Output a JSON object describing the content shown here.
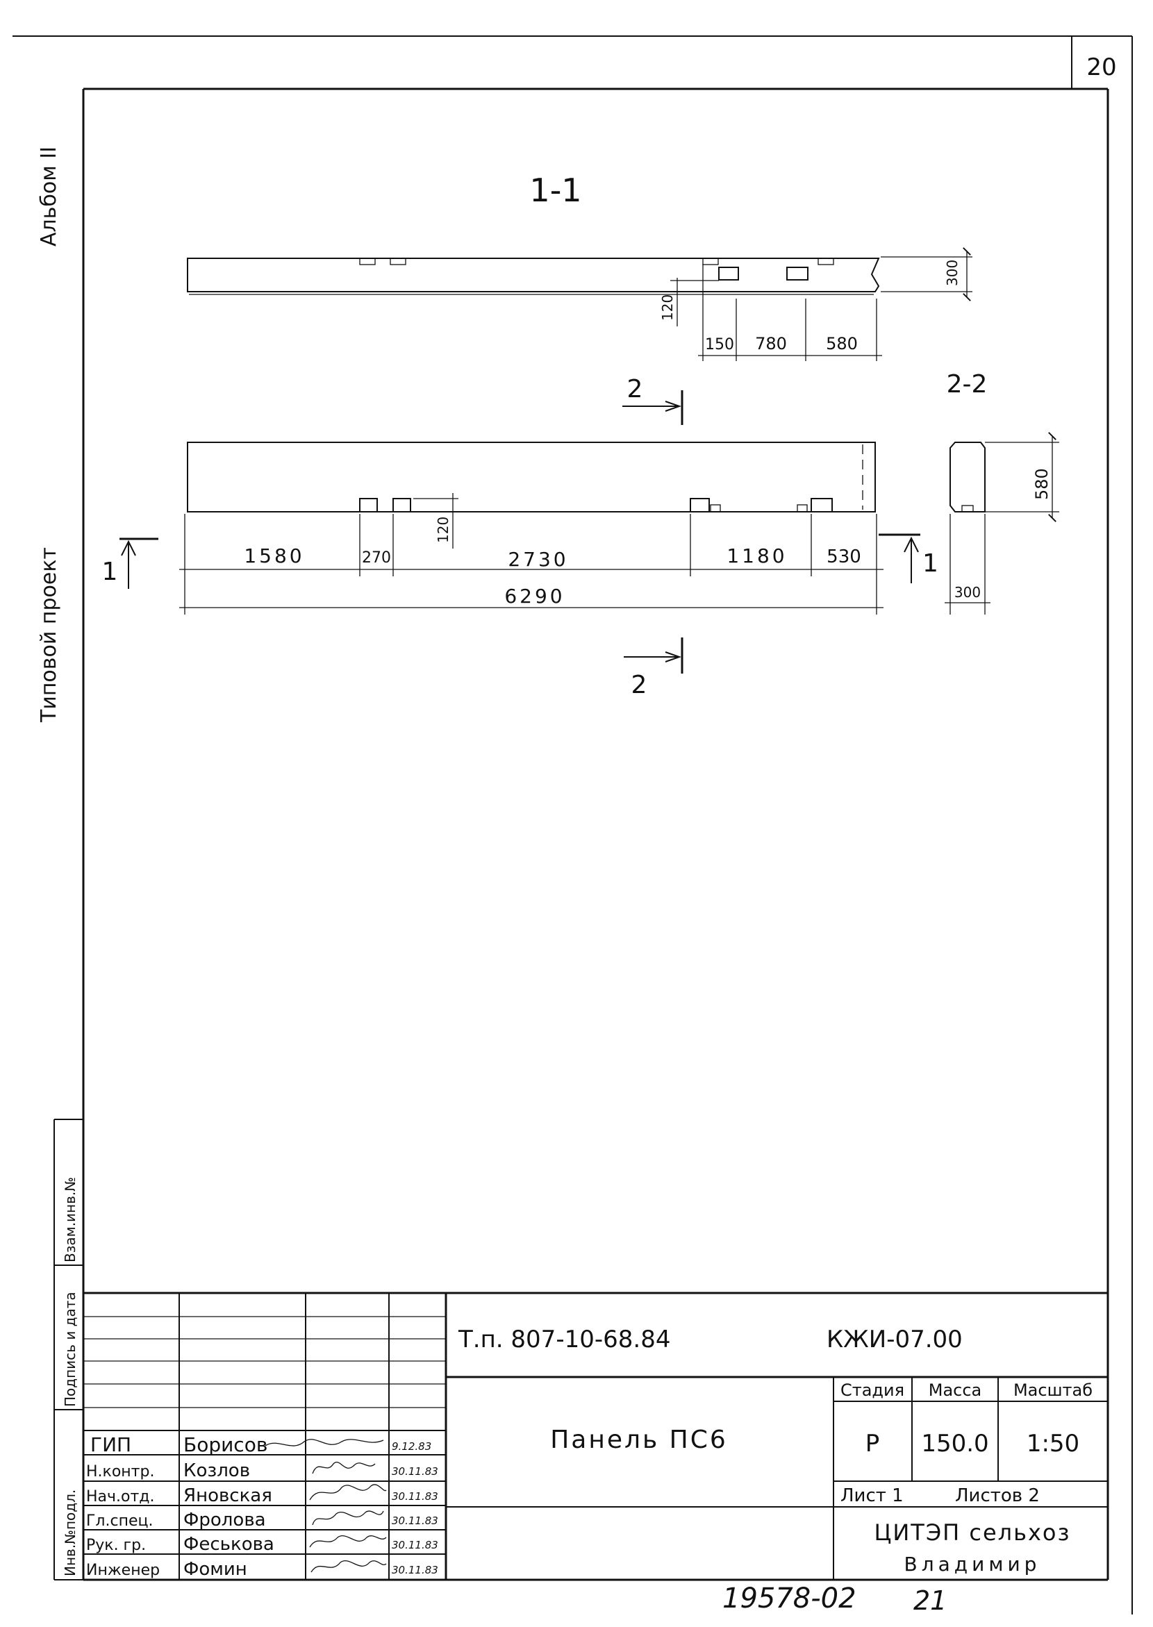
{
  "sheet": {
    "page_number": "20",
    "bottom_number": "19578-02",
    "bottom_page": "21"
  },
  "side_labels": {
    "album": "Альбом II",
    "project_type": "Типовой проект",
    "inv_replace": "Взам.инв.№",
    "sign_date": "Подпись и дата",
    "inv_original": "Инв.№подл."
  },
  "section_1_1": {
    "title": "1-1",
    "dim_height": "300",
    "dim_offset": "120",
    "dims": [
      "150",
      "780",
      "580"
    ]
  },
  "section_2_2": {
    "title": "2-2",
    "dim_height": "580",
    "dim_width": "300"
  },
  "plan": {
    "dim_offset": "120",
    "dims": [
      "1580",
      "270",
      "2730",
      "1180",
      "530"
    ],
    "total": "6290",
    "cut_1_label": "1",
    "cut_2_label": "2"
  },
  "title_block": {
    "project_code": "Т.п. 807-10-68.84",
    "doc_code": "КЖИ-07.00",
    "item_name": "Панель ПС6",
    "stage_header": "Стадия",
    "mass_header": "Масса",
    "scale_header": "Масштаб",
    "stage": "Р",
    "mass": "150.0",
    "scale": "1:50",
    "sheet_label": "Лист 1",
    "sheets_label": "Листов 2",
    "org": "ЦИТЭП сельхоз",
    "city": "Владимир",
    "staff": [
      {
        "role": "ГИП",
        "name": "Борисов",
        "date": "9.12.83"
      },
      {
        "role": "Н.контр.",
        "name": "Козлов",
        "date": "30.11.83"
      },
      {
        "role": "Нач.отд.",
        "name": "Яновская",
        "date": "30.11.83"
      },
      {
        "role": "Гл.спец.",
        "name": "Фролова",
        "date": "30.11.83"
      },
      {
        "role": "Рук. гр.",
        "name": "Феськова",
        "date": "30.11.83"
      },
      {
        "role": "Инженер",
        "name": "Фомин",
        "date": "30.11.83"
      }
    ]
  }
}
